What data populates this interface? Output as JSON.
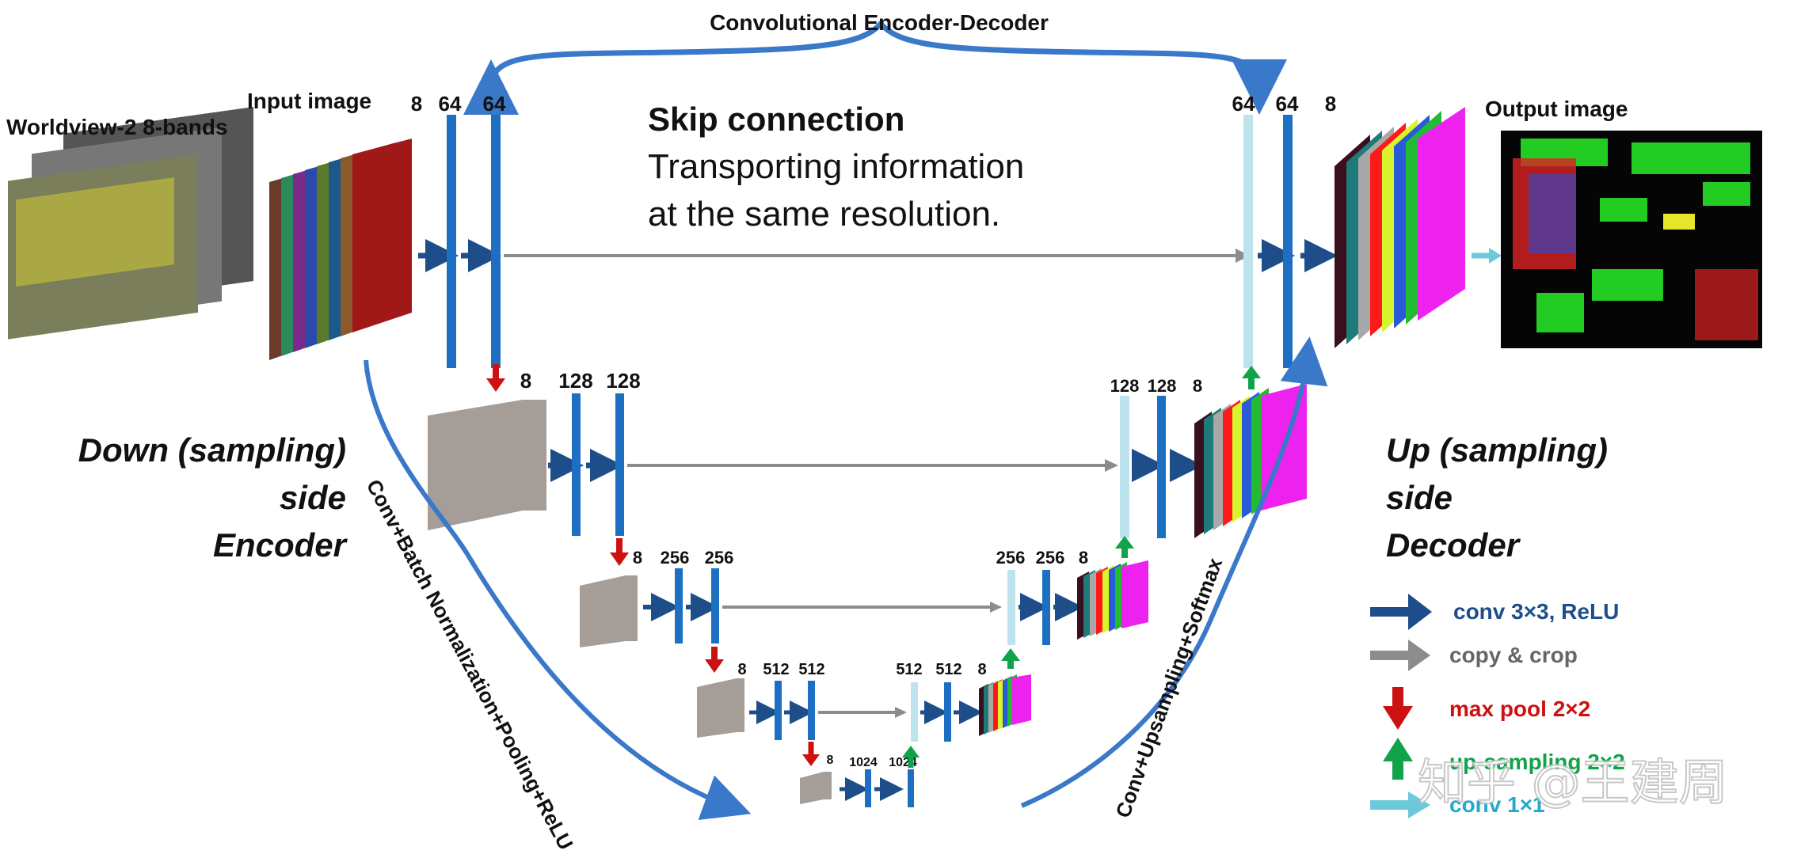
{
  "title": "Convolutional Encoder-Decoder",
  "input": {
    "source_label": "Worldview-2 8-bands",
    "input_label": "Input image"
  },
  "output_label": "Output image",
  "skip": {
    "heading": "Skip connection",
    "line1": "Transporting information",
    "line2": "at the same resolution."
  },
  "encoder_side": {
    "line1": "Down (sampling)",
    "line2": "side",
    "line3": "Encoder"
  },
  "decoder_side": {
    "line1": "Up (sampling)",
    "line2": "side",
    "line3": "Decoder"
  },
  "encoder_curve_label": "Conv+Batch Normalization+Pooling+ReLU",
  "decoder_curve_label": "Conv+Upsampling+Softmax",
  "channels": {
    "l1_enc": [
      "8",
      "64",
      "64"
    ],
    "l1_dec": [
      "64",
      "64",
      "8"
    ],
    "l2_enc": [
      "8",
      "128",
      "128"
    ],
    "l2_dec": [
      "128",
      "128",
      "8"
    ],
    "l3_enc": [
      "8",
      "256",
      "256"
    ],
    "l3_dec": [
      "256",
      "256",
      "8"
    ],
    "l4_enc": [
      "8",
      "512",
      "512"
    ],
    "l4_dec": [
      "512",
      "512",
      "8"
    ],
    "l5": [
      "8",
      "1024",
      "1024"
    ]
  },
  "legend": {
    "conv": "conv 3×3, ReLU",
    "copy": "copy & crop",
    "pool": "max pool 2×2",
    "upsample": "up-sampling 2×2",
    "conv1": "conv 1×1"
  },
  "watermark": "知乎 @王建周",
  "colors": {
    "bar": "#1d6fc1",
    "bar_light": "#bde3ef",
    "arrow_dark": "#1d4e89",
    "arrow_gray": "#8c8c8c",
    "pool_red": "#cc1111",
    "up_green": "#10a34a",
    "conv1_cyan": "#6cc9d9",
    "curve_blue": "#3a78c9",
    "stack_gray": "#a49d98",
    "output_colors": [
      "#3a0f1e",
      "#1f7a7a",
      "#a8a8a8",
      "#ff1a1a",
      "#d7f52a",
      "#2a5bd7",
      "#22bb33",
      "#ee22ee"
    ]
  }
}
